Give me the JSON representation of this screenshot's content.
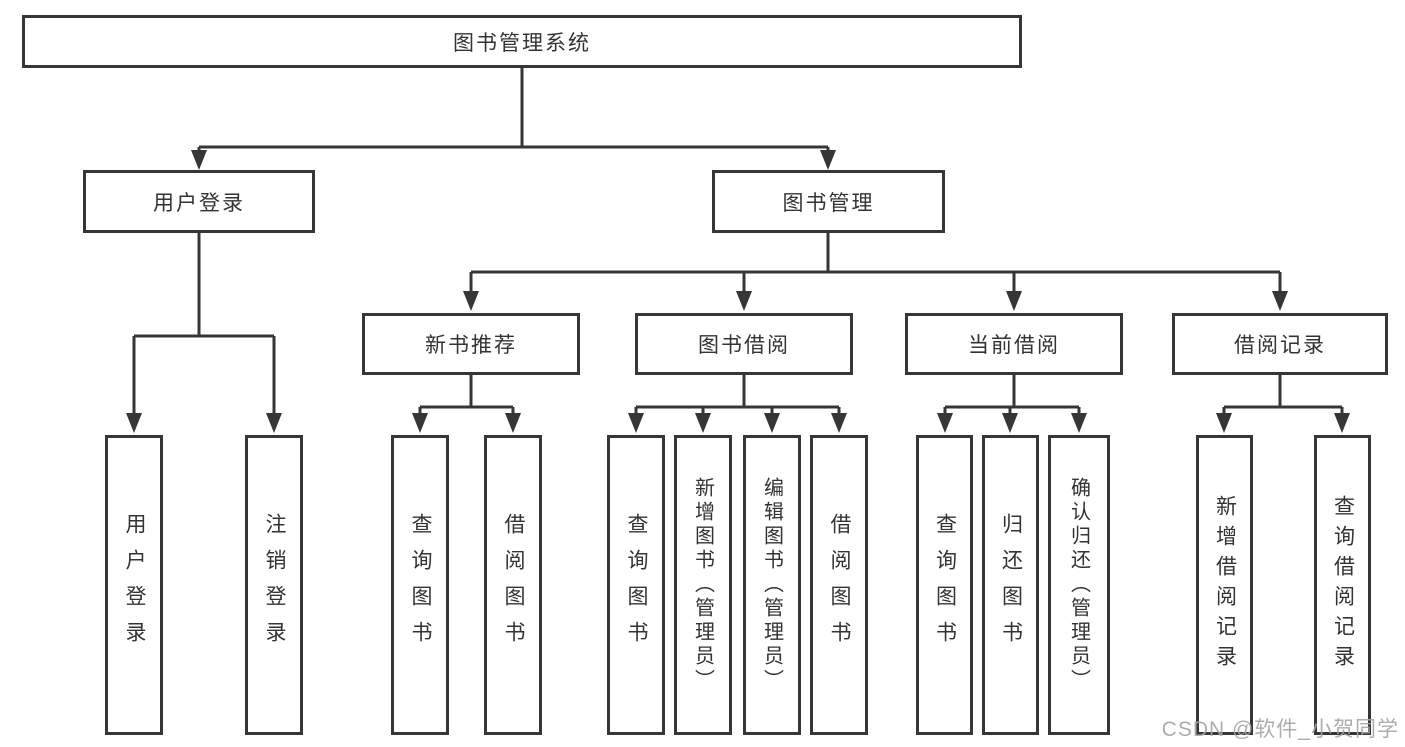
{
  "diagram": {
    "root": {
      "label": "图书管理系统"
    },
    "branches": [
      {
        "label": "用户登录",
        "children": [
          {
            "label": "用户登录"
          },
          {
            "label": "注销登录"
          }
        ]
      },
      {
        "label": "图书管理",
        "children": [
          {
            "label": "新书推荐",
            "children": [
              {
                "label": "查询图书"
              },
              {
                "label": "借阅图书"
              }
            ]
          },
          {
            "label": "图书借阅",
            "children": [
              {
                "label": "查询图书"
              },
              {
                "label": "新增图书（管理员）"
              },
              {
                "label": "编辑图书（管理员）"
              },
              {
                "label": "借阅图书"
              }
            ]
          },
          {
            "label": "当前借阅",
            "children": [
              {
                "label": "查询图书"
              },
              {
                "label": "归还图书"
              },
              {
                "label": "确认归还（管理员）"
              }
            ]
          },
          {
            "label": "借阅记录",
            "children": [
              {
                "label": "新增借阅记录"
              },
              {
                "label": "查询借阅记录"
              }
            ]
          }
        ]
      }
    ]
  },
  "watermark": {
    "text": "CSDN @软件_小贺同学"
  },
  "colors": {
    "line": "#363636",
    "text": "#333333",
    "background": "#ffffff",
    "watermark": "#a5a5a5"
  }
}
